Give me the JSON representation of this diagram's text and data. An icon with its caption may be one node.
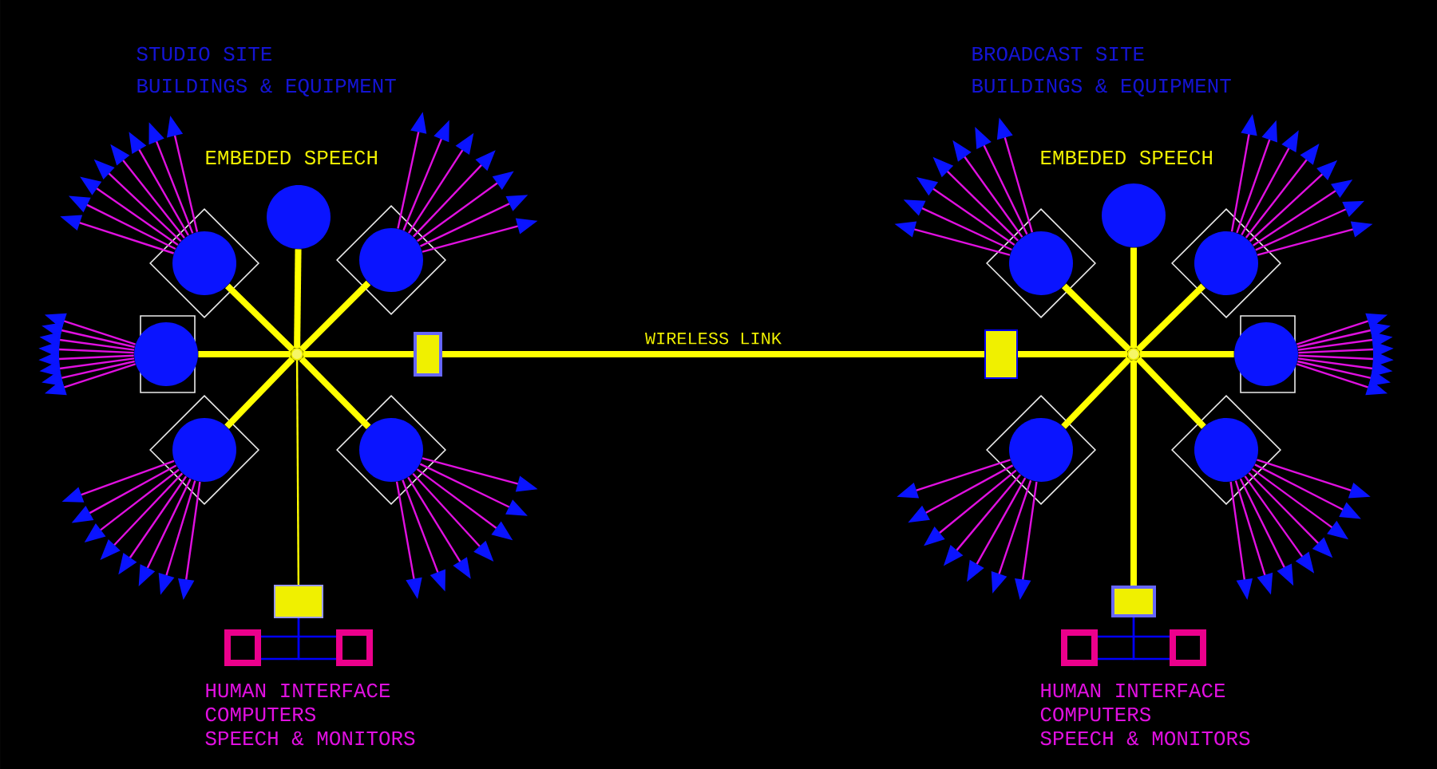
{
  "diagram": {
    "nodes": [
      {
        "text": [],
        "shape": "circle"
      },
      {
        "text": [],
        "shape": "circle"
      },
      {
        "text": [],
        "shape": "circle"
      },
      {
        "text": [],
        "shape": "circle"
      },
      {
        "text": [],
        "shape": "circle"
      },
      {
        "text": [],
        "shape": "box"
      },
      {
        "text": [],
        "shape": "circle"
      },
      {
        "text": [],
        "shape": "circle"
      },
      {
        "text": [],
        "shape": "box"
      },
      {
        "text": [],
        "shape": "box"
      },
      {
        "text": [],
        "shape": "box"
      },
      {
        "text": [],
        "shape": "circle"
      },
      {
        "text": [],
        "shape": "circle"
      },
      {
        "text": [],
        "shape": "circle"
      },
      {
        "text": [],
        "shape": "box"
      },
      {
        "text": [],
        "shape": "circle"
      },
      {
        "text": [],
        "shape": "circle"
      },
      {
        "text": [],
        "shape": "circle"
      },
      {
        "text": [],
        "shape": "circle"
      },
      {
        "text": [],
        "shape": "box"
      },
      {
        "text": [],
        "shape": "box"
      },
      {
        "text": [],
        "shape": "box"
      }
    ],
    "edges": [
      {
        "from": 4,
        "to": 0,
        "arrow": "none",
        "style": "thick",
        "color": "#ffff00"
      },
      {
        "from": 4,
        "to": 1,
        "arrow": "none",
        "style": "thick",
        "color": "#ffff00"
      },
      {
        "from": 4,
        "to": 2,
        "arrow": "none",
        "style": "thick",
        "color": "#ffff00"
      },
      {
        "from": 4,
        "to": 3,
        "arrow": "none",
        "style": "thick",
        "color": "#ffff00"
      },
      {
        "from": 4,
        "to": 6,
        "arrow": "none",
        "style": "thick",
        "color": "#ffff00"
      },
      {
        "from": 4,
        "to": 7,
        "arrow": "none",
        "style": "thick",
        "color": "#ffff00"
      },
      {
        "from": 4,
        "to": 5,
        "arrow": "none",
        "style": "thick",
        "color": "#ffff00"
      },
      {
        "from": 4,
        "to": 8,
        "arrow": "none",
        "color": "#ffff00"
      },
      {
        "from": 5,
        "to": 14,
        "arrow": "none",
        "style": "thick",
        "color": "#ffff00",
        "label": "WIRELESS LINK"
      },
      {
        "from": 8,
        "to": 9,
        "arrow": "none",
        "color": "#0000ff"
      },
      {
        "from": 8,
        "to": 10,
        "arrow": "none",
        "color": "#0000ff"
      },
      {
        "from": 9,
        "to": 10,
        "arrow": "none",
        "color": "#0000ff"
      },
      {
        "from": 15,
        "to": 11,
        "arrow": "none",
        "style": "thick",
        "color": "#ffff00"
      },
      {
        "from": 15,
        "to": 12,
        "arrow": "none",
        "style": "thick",
        "color": "#ffff00"
      },
      {
        "from": 15,
        "to": 13,
        "arrow": "none",
        "style": "thick",
        "color": "#ffff00"
      },
      {
        "from": 15,
        "to": 14,
        "arrow": "none",
        "style": "thick",
        "color": "#ffff00"
      },
      {
        "from": 15,
        "to": 16,
        "arrow": "none",
        "style": "thick",
        "color": "#ffff00"
      },
      {
        "from": 15,
        "to": 17,
        "arrow": "none",
        "style": "thick",
        "color": "#ffff00"
      },
      {
        "from": 15,
        "to": 18,
        "arrow": "none",
        "style": "thick",
        "color": "#ffff00"
      },
      {
        "from": 15,
        "to": 19,
        "arrow": "none",
        "style": "thick",
        "color": "#ffff00"
      },
      {
        "from": 19,
        "to": 20,
        "arrow": "none",
        "color": "#0000ff"
      },
      {
        "from": 19,
        "to": 21,
        "arrow": "none",
        "color": "#0000ff"
      },
      {
        "from": 20,
        "to": 21,
        "arrow": "none",
        "color": "#0000ff"
      },
      {
        "from": 1,
        "to": null,
        "arrow": "to"
      },
      {
        "from": 1,
        "to": null,
        "arrow": "to"
      },
      {
        "from": 1,
        "to": null,
        "arrow": "to"
      },
      {
        "from": 1,
        "to": null,
        "arrow": "to"
      },
      {
        "from": 1,
        "to": null,
        "arrow": "to"
      },
      {
        "from": 1,
        "to": null,
        "arrow": "to"
      },
      {
        "from": 1,
        "to": null,
        "arrow": "to"
      },
      {
        "from": 1,
        "to": null,
        "arrow": "to"
      },
      {
        "from": 2,
        "to": null,
        "arrow": "to"
      },
      {
        "from": 2,
        "to": null,
        "arrow": "to"
      },
      {
        "from": 2,
        "to": null,
        "arrow": "to"
      },
      {
        "from": 2,
        "to": null,
        "arrow": "to"
      },
      {
        "from": 2,
        "to": null,
        "arrow": "to"
      },
      {
        "from": 2,
        "to": null,
        "arrow": "to"
      },
      {
        "from": 2,
        "to": null,
        "arrow": "to"
      },
      {
        "from": 3,
        "to": null,
        "arrow": "to"
      },
      {
        "from": 3,
        "to": null,
        "arrow": "to"
      },
      {
        "from": 3,
        "to": null,
        "arrow": "to"
      },
      {
        "from": 3,
        "to": null,
        "arrow": "to"
      },
      {
        "from": 3,
        "to": null,
        "arrow": "to"
      },
      {
        "from": 3,
        "to": null,
        "arrow": "to"
      },
      {
        "from": 3,
        "to": null,
        "arrow": "to"
      },
      {
        "from": 3,
        "to": null,
        "arrow": "to"
      },
      {
        "from": 6,
        "to": null,
        "arrow": "to"
      },
      {
        "from": 6,
        "to": null,
        "arrow": "to"
      },
      {
        "from": 6,
        "to": null,
        "arrow": "to"
      },
      {
        "from": 6,
        "to": null,
        "arrow": "to"
      },
      {
        "from": 6,
        "to": null,
        "arrow": "to"
      },
      {
        "from": 6,
        "to": null,
        "arrow": "to"
      },
      {
        "from": 6,
        "to": null,
        "arrow": "to"
      },
      {
        "from": 6,
        "to": null,
        "arrow": "to"
      },
      {
        "from": 7,
        "to": null,
        "arrow": "to"
      },
      {
        "from": 7,
        "to": null,
        "arrow": "to"
      },
      {
        "from": 7,
        "to": null,
        "arrow": "to"
      },
      {
        "from": 7,
        "to": null,
        "arrow": "to"
      },
      {
        "from": 7,
        "to": null,
        "arrow": "to"
      },
      {
        "from": 7,
        "to": null,
        "arrow": "to"
      },
      {
        "from": 7,
        "to": null,
        "arrow": "to"
      },
      {
        "from": 12,
        "to": null,
        "arrow": "to"
      },
      {
        "from": 12,
        "to": null,
        "arrow": "to"
      },
      {
        "from": 12,
        "to": null,
        "arrow": "to"
      },
      {
        "from": 12,
        "to": null,
        "arrow": "to"
      },
      {
        "from": 12,
        "to": null,
        "arrow": "to"
      },
      {
        "from": 12,
        "to": null,
        "arrow": "to"
      },
      {
        "from": 12,
        "to": null,
        "arrow": "to"
      },
      {
        "from": 13,
        "to": null,
        "arrow": "to"
      },
      {
        "from": 13,
        "to": null,
        "arrow": "to"
      },
      {
        "from": 13,
        "to": null,
        "arrow": "to"
      },
      {
        "from": 13,
        "to": null,
        "arrow": "to"
      },
      {
        "from": 13,
        "to": null,
        "arrow": "to"
      },
      {
        "from": 13,
        "to": null,
        "arrow": "to"
      },
      {
        "from": 13,
        "to": null,
        "arrow": "to"
      },
      {
        "from": 13,
        "to": null,
        "arrow": "to"
      },
      {
        "from": 16,
        "to": null,
        "arrow": "to"
      },
      {
        "from": 16,
        "to": null,
        "arrow": "to"
      },
      {
        "from": 16,
        "to": null,
        "arrow": "to"
      },
      {
        "from": 16,
        "to": null,
        "arrow": "to"
      },
      {
        "from": 16,
        "to": null,
        "arrow": "to"
      },
      {
        "from": 16,
        "to": null,
        "arrow": "to"
      },
      {
        "from": 16,
        "to": null,
        "arrow": "to"
      },
      {
        "from": 16,
        "to": null,
        "arrow": "to"
      },
      {
        "from": 17,
        "to": null,
        "arrow": "to"
      },
      {
        "from": 17,
        "to": null,
        "arrow": "to"
      },
      {
        "from": 17,
        "to": null,
        "arrow": "to"
      },
      {
        "from": 17,
        "to": null,
        "arrow": "to"
      },
      {
        "from": 17,
        "to": null,
        "arrow": "to"
      },
      {
        "from": 17,
        "to": null,
        "arrow": "to"
      },
      {
        "from": 17,
        "to": null,
        "arrow": "to"
      },
      {
        "from": 18,
        "to": null,
        "arrow": "to"
      },
      {
        "from": 18,
        "to": null,
        "arrow": "to"
      },
      {
        "from": 18,
        "to": null,
        "arrow": "to"
      },
      {
        "from": 18,
        "to": null,
        "arrow": "to"
      },
      {
        "from": 18,
        "to": null,
        "arrow": "to"
      },
      {
        "from": 18,
        "to": null,
        "arrow": "to"
      },
      {
        "from": 18,
        "to": null,
        "arrow": "to"
      },
      {
        "from": 18,
        "to": null,
        "arrow": "to"
      }
    ],
    "labels": [
      "STUDIO SITE",
      "BUILDINGS & EQUIPMENT",
      "BROADCAST SITE",
      "BUILDINGS & EQUIPMENT",
      "EMBEDED SPEECH",
      "EMBEDED SPEECH",
      "HUMAN INTERFACE",
      "COMPUTERS",
      "SPEECH & MONITORS",
      "HUMAN INTERFACE",
      "COMPUTERS",
      "SPEECH & MONITORS"
    ]
  }
}
